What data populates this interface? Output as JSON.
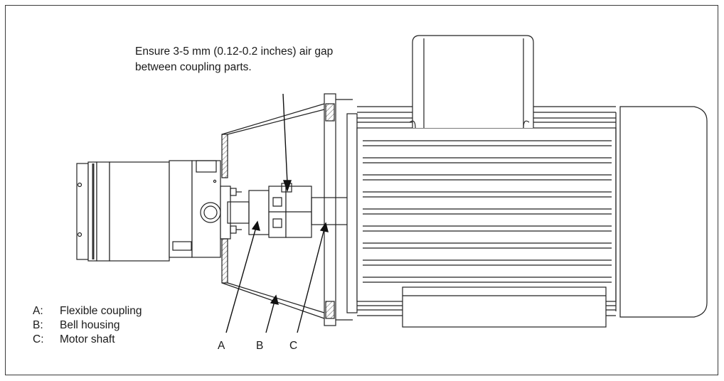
{
  "note": {
    "line1": "Ensure 3-5 mm (0.12-0.2 inches) air gap",
    "line2": "between coupling parts."
  },
  "legend": [
    {
      "key": "A:",
      "text": "Flexible coupling"
    },
    {
      "key": "B:",
      "text": "Bell housing"
    },
    {
      "key": "C:",
      "text": "Motor shaft"
    }
  ],
  "callouts": {
    "a": "A",
    "b": "B",
    "c": "C"
  }
}
